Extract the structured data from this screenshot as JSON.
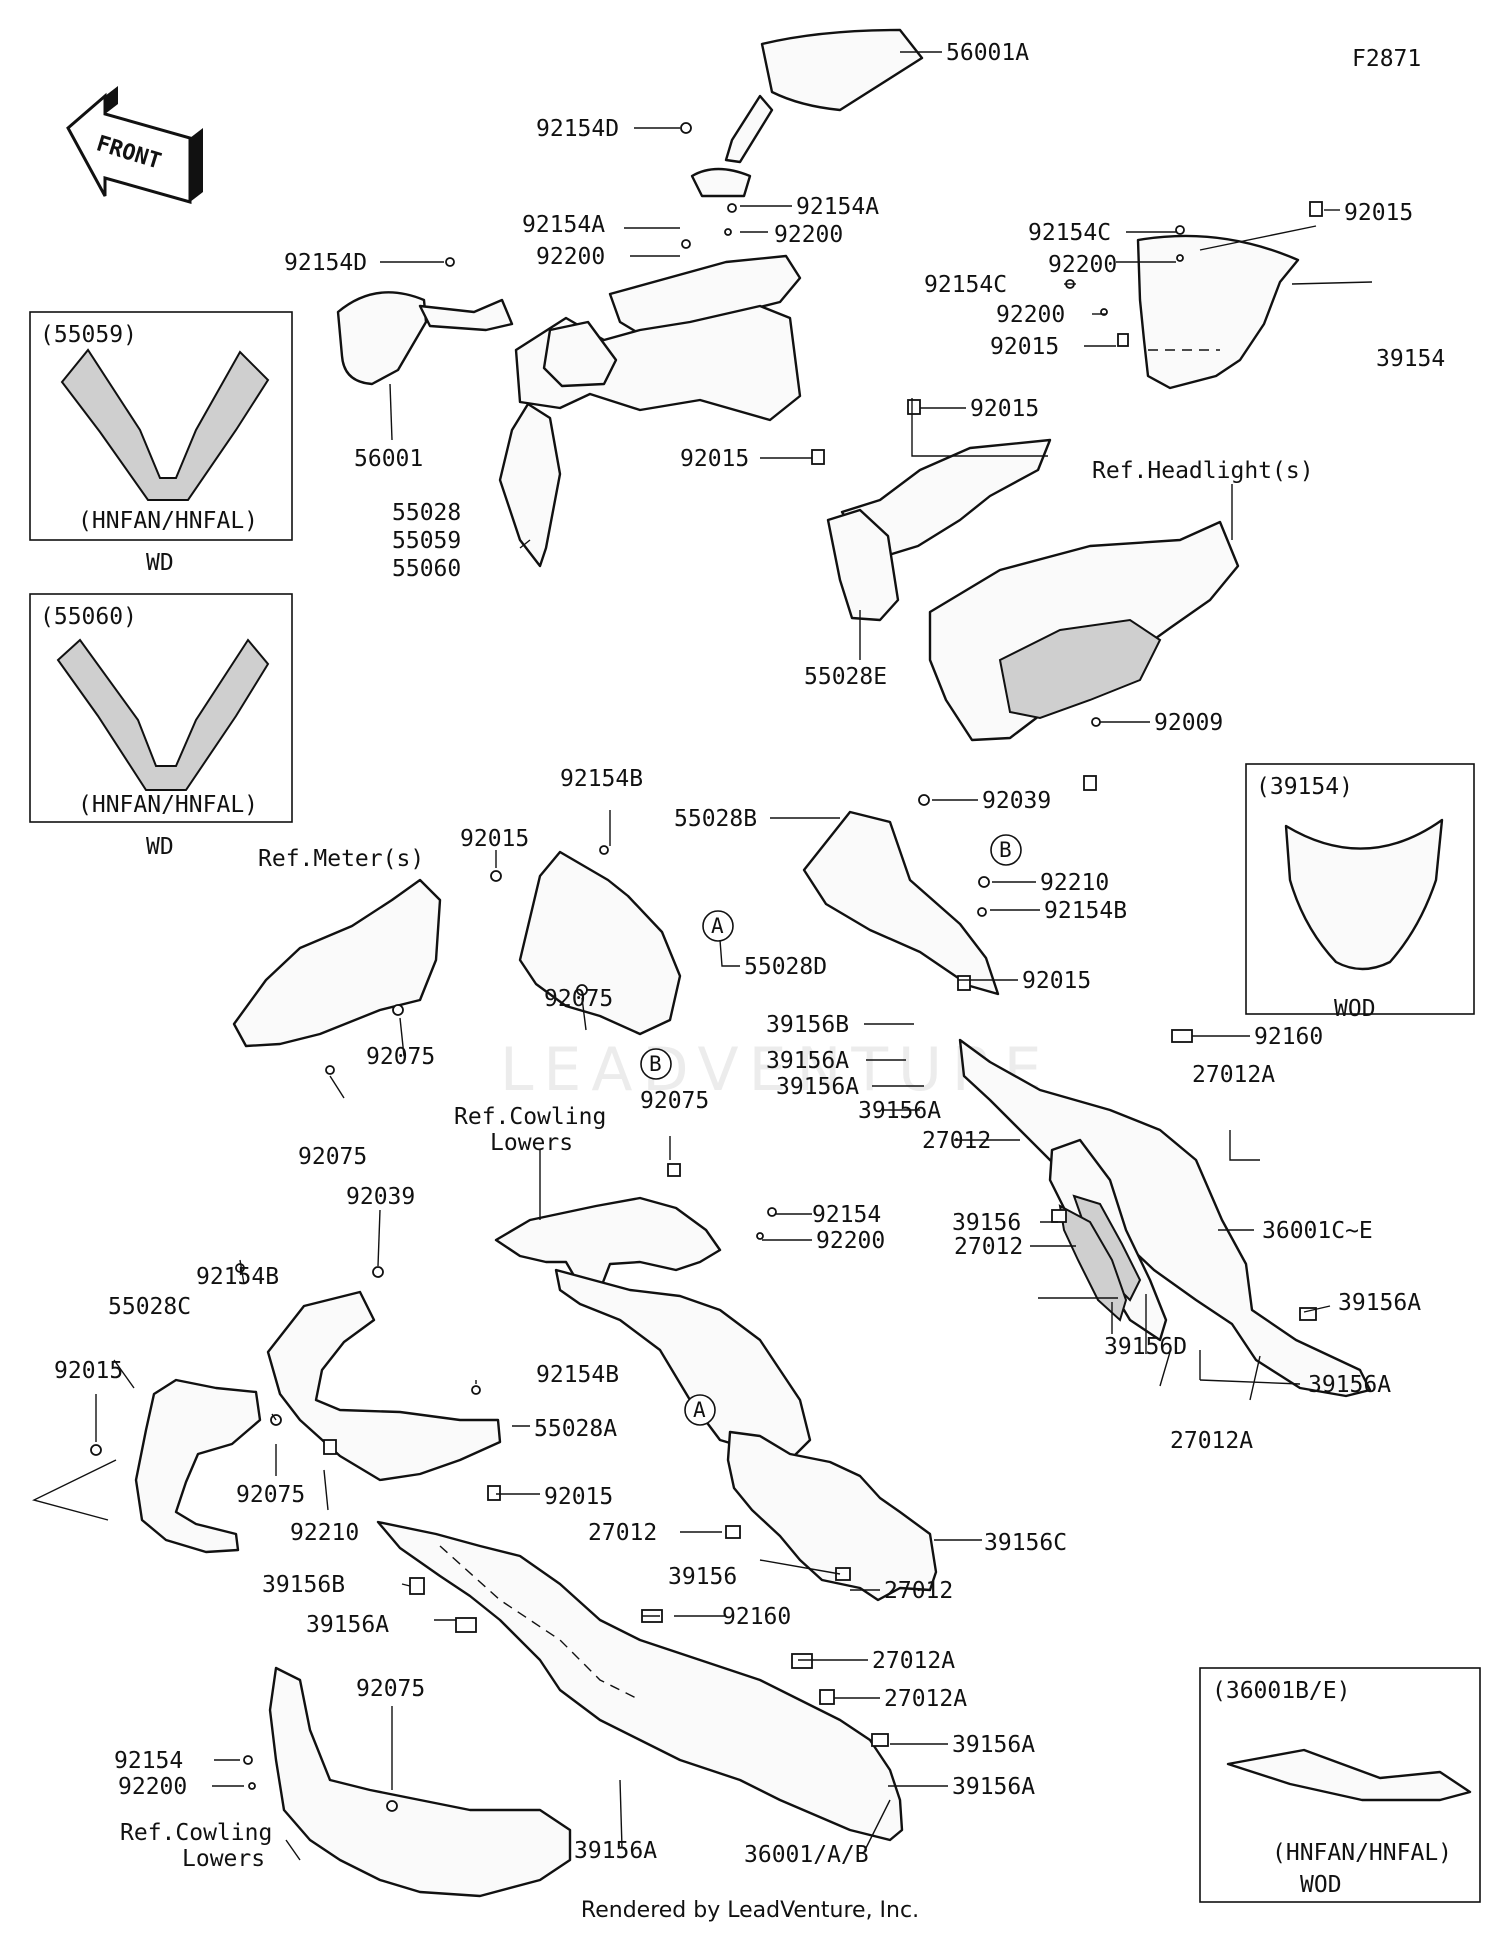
{
  "figure_code": "F2871",
  "front_arrow_label": "FRONT",
  "watermark": "LEADVENTURE",
  "footer": "Rendered by LeadVenture, Inc.",
  "callouts": {
    "c01": "56001A",
    "c02": "92154D",
    "c03": "92154A",
    "c04": "92200",
    "c05": "92154A",
    "c06": "92200",
    "c07": "92154D",
    "c08": "92154C",
    "c09": "92015",
    "c10": "92200",
    "c11": "92154C",
    "c12": "92200",
    "c13": "92015",
    "c14": "39154",
    "c15": "56001",
    "c16": "92015",
    "c17": "92015",
    "c18": "55028",
    "c19": "55059",
    "c20": "55060",
    "c21": "Ref.Headlight(s)",
    "c22": "55028E",
    "c23": "92009",
    "c24": "92154B",
    "c25": "55028B",
    "c26": "92039",
    "c27": "Ref.Meter(s)",
    "c28": "92015",
    "c29": "92210",
    "c30": "92154B",
    "c31": "55028D",
    "c32": "92075",
    "c33": "92015",
    "c34": "92075",
    "c35": "39156B",
    "c36": "92160",
    "c37": "39156A",
    "c38": "27012A",
    "c39": "92075",
    "c40": "39156A",
    "c41": "39156A",
    "c42": "Ref.Cowling",
    "c43": "Lowers",
    "c44": "92075",
    "c45": "27012",
    "c46": "36001C~E",
    "c47": "92039",
    "c48": "39156",
    "c49": "92154",
    "c50": "92200",
    "c51": "27012",
    "c52": "39156A",
    "c53": "92154B",
    "c54": "55028C",
    "c55": "39156D",
    "c56": "39156A",
    "c57": "92015",
    "c58": "92154B",
    "c59": "27012A",
    "c60": "55028A",
    "c61": "92075",
    "c62": "92015",
    "c63": "92210",
    "c64": "27012",
    "c65": "39156C",
    "c66": "39156",
    "c67": "27012",
    "c68": "39156B",
    "c69": "92160",
    "c70": "39156A",
    "c71": "27012A",
    "c72": "27012A",
    "c73": "92075",
    "c74": "39156A",
    "c75": "92154",
    "c76": "92200",
    "c77": "39156A",
    "c78": "Ref.Cowling",
    "c79": "Lowers",
    "c80": "39156A",
    "c81": "36001/A/B"
  },
  "circle_markers": {
    "a1": "A",
    "b1": "B",
    "b2": "B",
    "a2": "A"
  },
  "insets": {
    "inset1": {
      "title": "(55059)",
      "variant": "(HNFAN/HNFAL)",
      "caption": "WD"
    },
    "inset2": {
      "title": "(55060)",
      "variant": "(HNFAN/HNFAL)",
      "caption": "WD"
    },
    "inset3": {
      "title": "(39154)",
      "caption": "WOD"
    },
    "inset4": {
      "title": "(36001B/E)",
      "variant": "(HNFAN/HNFAL)",
      "caption": "WOD"
    }
  }
}
